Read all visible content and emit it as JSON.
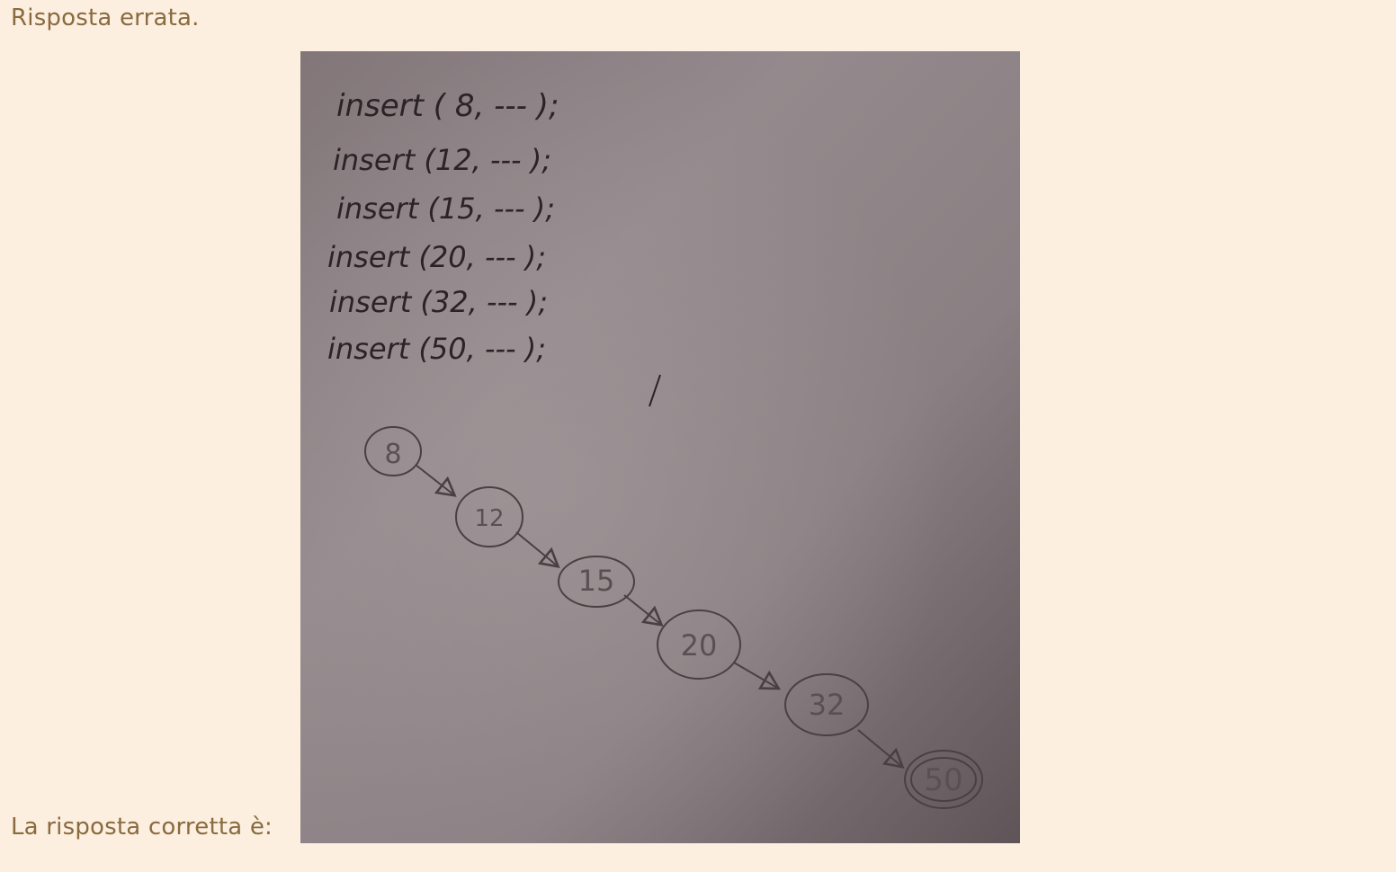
{
  "feedback": {
    "status_text": "Risposta errata."
  },
  "answer": {
    "label": "La risposta corretta è:"
  },
  "photo": {
    "insert_lines": [
      "insert ( 8, --- );",
      "insert (12, --- );",
      "insert (15, --- );",
      "insert (20, --- );",
      "insert (32, --- );",
      "insert (50, --- );"
    ],
    "nodes": [
      "8",
      "12",
      "15",
      "20",
      "32",
      "50"
    ]
  },
  "colors": {
    "background": "#fcefdf",
    "text": "#8a6a3f"
  }
}
